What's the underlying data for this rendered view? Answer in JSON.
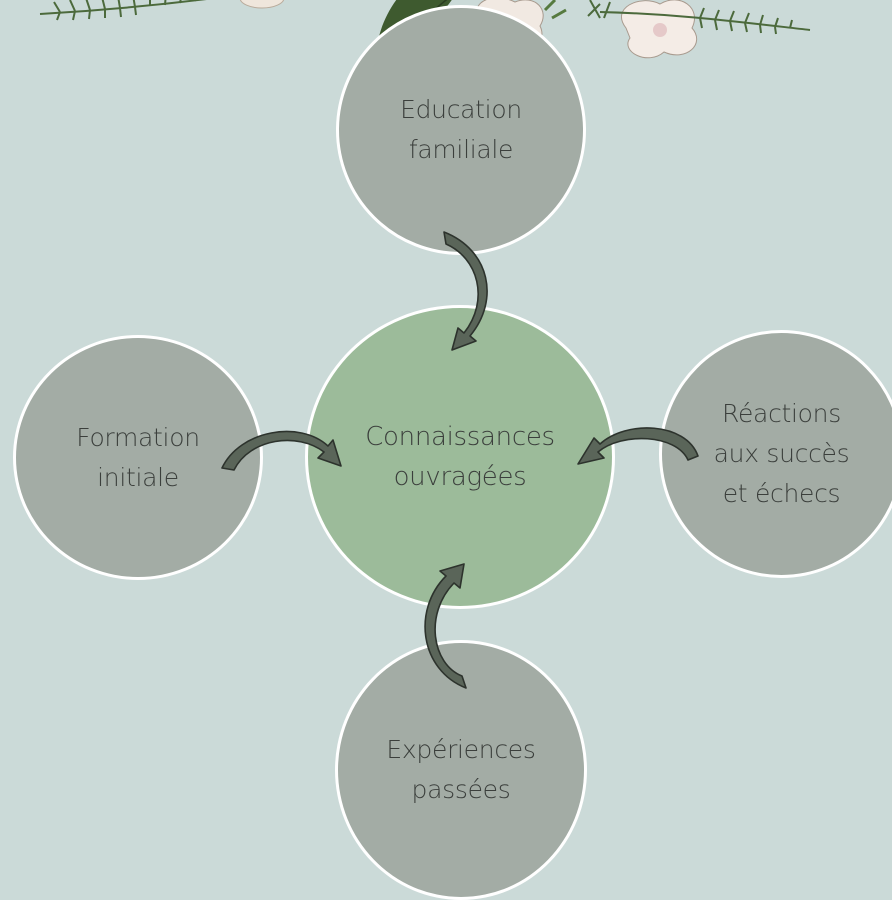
{
  "diagram": {
    "center": {
      "label": "Connaissances\nouvragées"
    },
    "nodes": {
      "top": {
        "label": "Education\nfamiliale"
      },
      "left": {
        "label": "Formation\ninitiale"
      },
      "right": {
        "label": "Réactions\naux succès\net échecs"
      },
      "bottom": {
        "label": "Expériences\npassées"
      }
    },
    "edges": [
      {
        "from": "top",
        "to": "center"
      },
      {
        "from": "left",
        "to": "center"
      },
      {
        "from": "right",
        "to": "center"
      },
      {
        "from": "bottom",
        "to": "center"
      }
    ]
  },
  "colors": {
    "background": "#cbdad8",
    "outer_node": "#a3aca5",
    "center_node": "#9cbb9a",
    "node_border": "#ffffff",
    "arrow_fill": "#5a6559",
    "arrow_stroke": "#2d332d",
    "text": "#3b3f3c"
  }
}
